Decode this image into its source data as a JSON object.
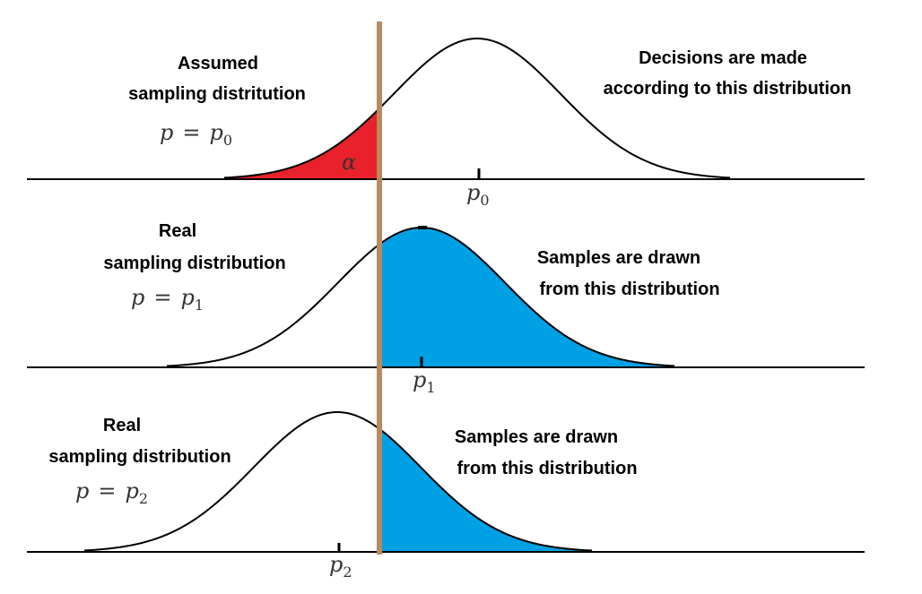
{
  "colors": {
    "background": "#ffffff",
    "curve": "#000000",
    "alpha_region": "#e8212a",
    "power_region": "#00a1e4",
    "critical_line": "#b98960",
    "math_text": "#333333"
  },
  "critical_value_label": "",
  "panels": [
    {
      "id": "assumed",
      "title_line1": "Assumed",
      "title_line2": "sampling distritution",
      "param_symbol": "p",
      "param_eq": "=",
      "param_value": "p",
      "param_sub": "0",
      "tick_symbol": "p",
      "tick_sub": "0",
      "note_line1": "Decisions are made",
      "note_line2": "according to this distribution",
      "shaded_side": "left",
      "shaded_color_key": "alpha_region",
      "region_label": "α"
    },
    {
      "id": "real-1",
      "title_line1": "Real",
      "title_line2": "sampling distribution",
      "param_symbol": "p",
      "param_eq": "=",
      "param_value": "p",
      "param_sub": "1",
      "tick_symbol": "p",
      "tick_sub": "1",
      "note_line1": "Samples are drawn",
      "note_line2": "from this distribution",
      "shaded_side": "right",
      "shaded_color_key": "power_region",
      "region_label": ""
    },
    {
      "id": "real-2",
      "title_line1": "Real",
      "title_line2": "sampling distribution",
      "param_symbol": "p",
      "param_eq": "=",
      "param_value": "p",
      "param_sub": "2",
      "tick_symbol": "p",
      "tick_sub": "2",
      "note_line1": "Samples are drawn",
      "note_line2": "from this distribution",
      "shaded_side": "right",
      "shaded_color_key": "power_region",
      "region_label": ""
    }
  ]
}
